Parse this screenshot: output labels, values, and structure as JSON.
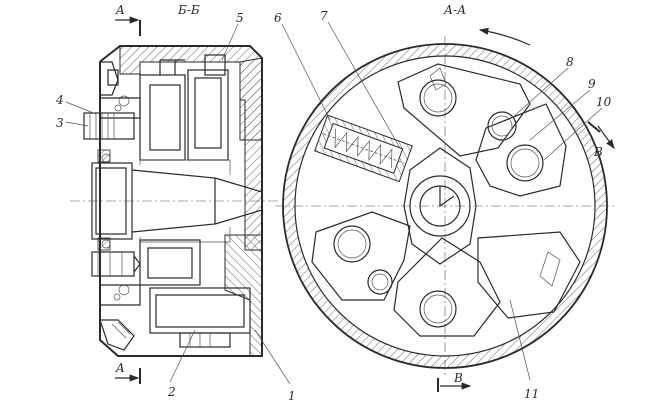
{
  "labels": {
    "section_a_top": "A",
    "section_a_bottom": "A",
    "view_bb": "Б-Б",
    "view_aa": "А-А",
    "section_b_right": "B",
    "section_b_bottom": "B",
    "n1": "1",
    "n2": "2",
    "n3": "3",
    "n4": "4",
    "n5": "5",
    "n6": "6",
    "n7": "7",
    "n8": "8",
    "n9": "9",
    "n10": "10",
    "n11": "11"
  },
  "rotation_direction": "counter-clockwise"
}
